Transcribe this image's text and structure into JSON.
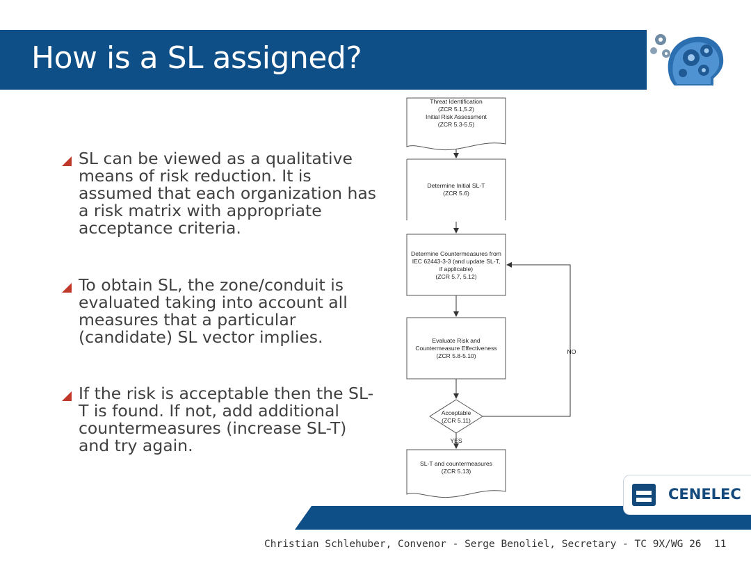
{
  "slide": {
    "title": "How is a SL assigned?",
    "bullets": [
      "SL can be viewed as a qualitative means of risk reduction. It is assumed that each organization has a risk matrix with appropriate acceptance criteria.",
      "To obtain SL, the zone/conduit is evaluated taking into account all measures that a particular (candidate) SL vector implies.",
      "If the risk is acceptable then the SL-T is found. If not, add additional countermeasures (increase SL-T) and try again."
    ],
    "footer": "Christian Schlehuber, Convenor -  Serge Benoliel, Secretary -  TC 9X/WG 26",
    "page_number": "11",
    "logo_text": "CENELEC",
    "accent_color": "#0e4f87",
    "bullet_color": "#c0392b"
  },
  "flowchart": {
    "box1": [
      "Threat Identification",
      "(ZCR 5.1,5.2)",
      "Initial Risk Assessment",
      "(ZCR 5.3-5.5)"
    ],
    "box2": [
      "Determine Initial SL-T",
      "(ZCR 5.6)"
    ],
    "box3": [
      "Determine Countermeasures from",
      "IEC 62443-3-3 (and update SL-T,",
      "if applicable)",
      "(ZCR 5.7, 5.12)"
    ],
    "box4": [
      "Evaluate Risk and",
      "Countermeasure Effectiveness",
      "(ZCR 5.8-5.10)"
    ],
    "decision": [
      "Acceptable",
      "(ZCR 5.11)"
    ],
    "no_label": "NO",
    "yes_label": "YES",
    "box5": [
      "SL-T and countermeasures",
      "(ZCR 5.13)"
    ]
  }
}
